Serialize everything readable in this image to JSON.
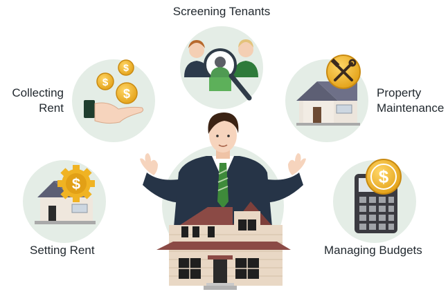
{
  "labels": {
    "screening_tenants": "Screening Tenants",
    "collecting_rent_line1": "Collecting",
    "collecting_rent_line2": "Rent",
    "property_maintenance_line1": "Property",
    "property_maintenance_line2": "Maintenance",
    "setting_rent": "Setting Rent",
    "managing_budgets": "Managing Budgets"
  },
  "icons": {
    "screening": "magnifier-over-people-icon",
    "collecting": "hand-with-coins-icon",
    "maintenance": "house-with-tools-icon",
    "setting": "house-with-dollar-gear-icon",
    "budgets": "calculator-with-coin-icon",
    "center": "property-manager-with-house-illustration"
  },
  "colors": {
    "circle_bg": "#e4ede6",
    "coin": "#f0b323",
    "coin_dark": "#c98a11",
    "suit": "#263447",
    "roof": "#8b4a45",
    "wall": "#e9d8c5",
    "tie": "#3e8a3a"
  }
}
